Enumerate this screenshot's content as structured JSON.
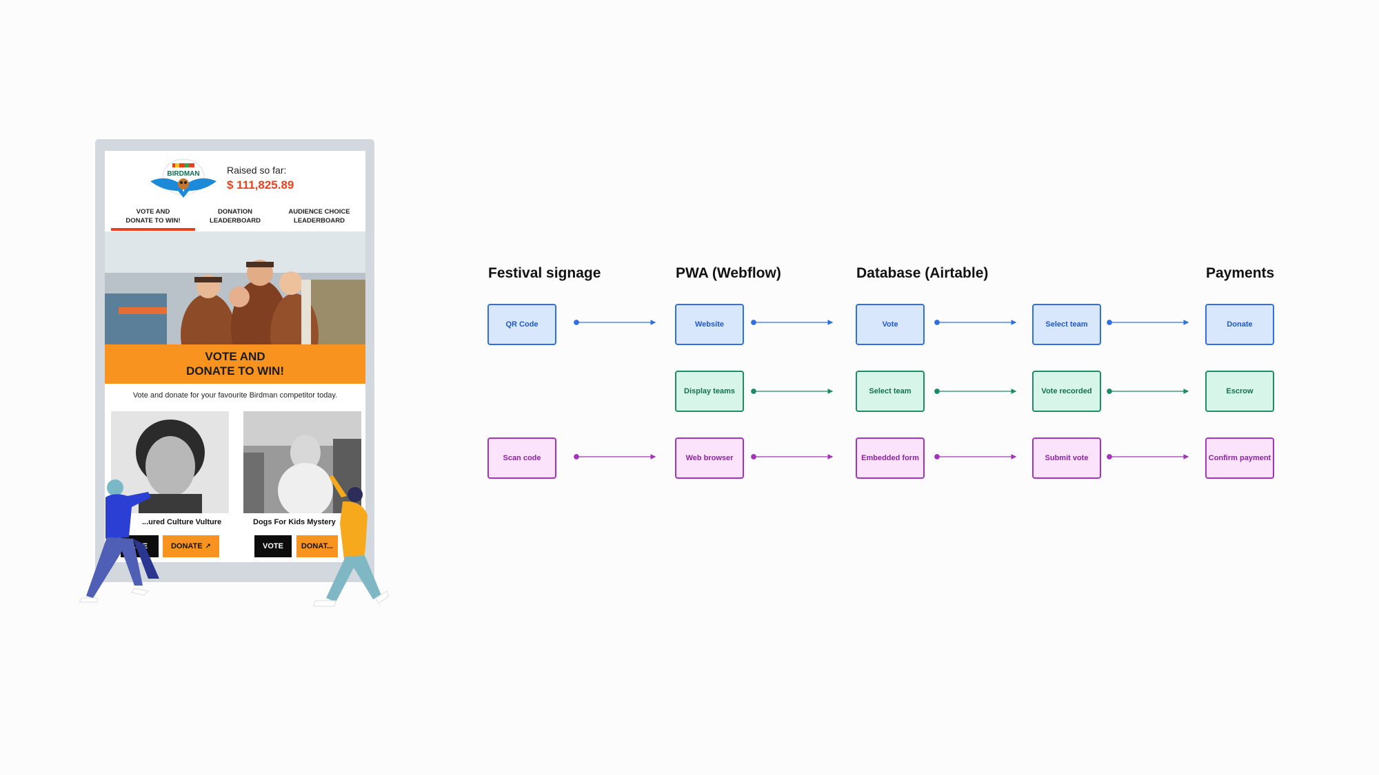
{
  "mockup": {
    "raised_label": "Raised so far:",
    "raised_amount": "$ 111,825.89",
    "logo_text": "BIRDMAN",
    "tabs": [
      {
        "label": "VOTE AND\nDONATE TO WIN!",
        "active": true
      },
      {
        "label": "DONATION\nLEADERBOARD",
        "active": false
      },
      {
        "label": "AUDIENCE CHOICE\nLEADERBOARD",
        "active": false
      }
    ],
    "banner": "VOTE AND\nDONATE TO WIN!",
    "intro": "Vote and donate for your favourite Birdman competitor today.",
    "cards": [
      {
        "name": "...ured Culture Vulture",
        "vote_label": "...TE",
        "donate_label": "DONATE"
      },
      {
        "name": "Dogs For Kids Mystery ...",
        "vote_label": "VOTE",
        "donate_label": "DONAT..."
      }
    ],
    "colors": {
      "accent": "#e8411e",
      "orange": "#f7931e"
    }
  },
  "diagram": {
    "columns": [
      "Festival signage",
      "PWA (Webflow)",
      "Database (Airtable)",
      "Payments"
    ],
    "rows": [
      {
        "color": "#2f6fe0",
        "nodes": [
          "QR Code",
          "Website",
          "Vote",
          "Select team",
          "Donate"
        ]
      },
      {
        "color": "#1e8a66",
        "nodes": [
          "",
          "Display teams",
          "Select team",
          "Vote recorded",
          "Escrow"
        ]
      },
      {
        "color": "#a234b8",
        "nodes": [
          "Scan code",
          "Web browser",
          "Embedded form",
          "Submit vote",
          "Confirm payment"
        ]
      }
    ]
  }
}
